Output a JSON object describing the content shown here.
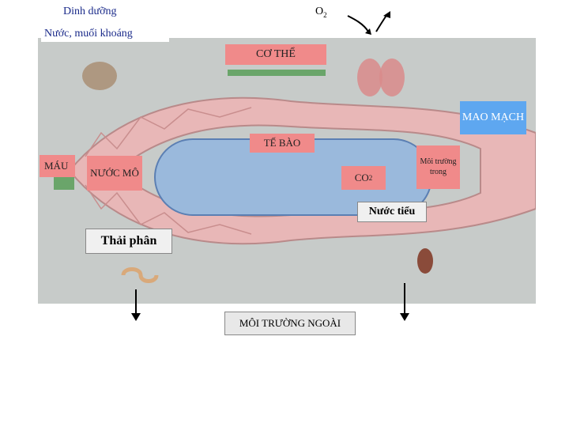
{
  "labels": {
    "dinh_duong": "Dinh dưỡng",
    "o2_top": "O",
    "o2_top_sub": "2",
    "nuoc_muoi_khoang": "Nước, muối khoáng",
    "co_the": "CƠ THỂ",
    "mao_mach": "MAO MẠCH",
    "te_bao": "TẾ BÀO",
    "mau": "MÁU",
    "nuoc_mo": "NƯỚC MÔ",
    "moi_truong_trong": "Môi trường trong",
    "co2": "CO",
    "co2_sub": "2",
    "nuoc_tieu": "Nước tiểu",
    "thai_phan": "Thải phân",
    "moi_truong_ngoai": "MÔI TRƯỜNG NGOÀI"
  },
  "colors": {
    "pink_label": "#f08a8a",
    "blue_label": "#5ea7f0",
    "navy_text": "#1a2a8a",
    "vessel": "#e8b7b7",
    "tissue_fluid": "#9ab9dc"
  },
  "icons": [
    "digestive-system-icon",
    "lungs-icon",
    "kidney-icon",
    "intestine-icon",
    "curved-arrow-icon"
  ]
}
